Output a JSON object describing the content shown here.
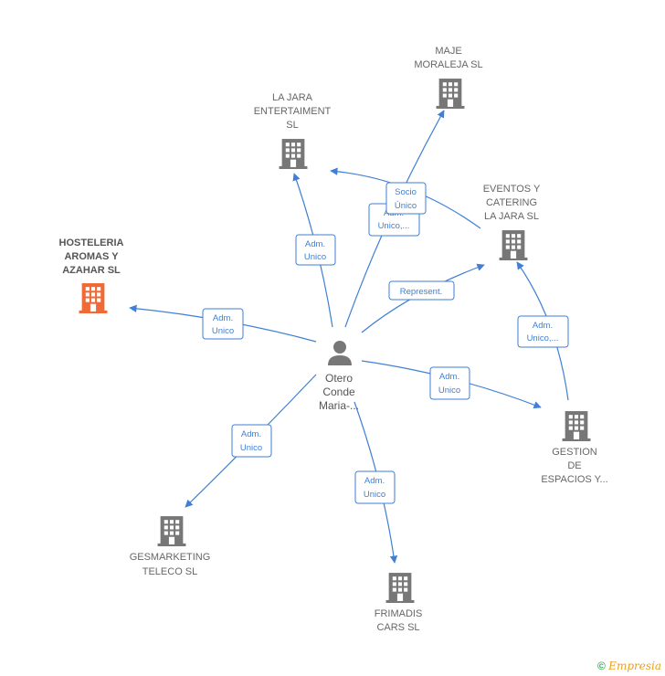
{
  "center": {
    "name_lines": [
      "Otero",
      "Conde",
      "Maria-..."
    ]
  },
  "companies": [
    {
      "id": "hosteleria",
      "lines": [
        "HOSTELERIA",
        "AROMAS Y",
        "AZAHAR  SL"
      ],
      "color": "#f06a35",
      "highlight": true
    },
    {
      "id": "la-jara",
      "lines": [
        "LA JARA",
        "ENTERTAIMENT",
        "SL"
      ],
      "color": "#777777"
    },
    {
      "id": "maje",
      "lines": [
        "MAJE",
        "MORALEJA SL"
      ],
      "color": "#777777"
    },
    {
      "id": "eventos",
      "lines": [
        "EVENTOS Y",
        "CATERING",
        "LA JARA  SL"
      ],
      "color": "#777777"
    },
    {
      "id": "gestion",
      "lines": [
        "GESTION",
        "DE",
        "ESPACIOS Y..."
      ],
      "color": "#777777"
    },
    {
      "id": "gesmarketing",
      "lines": [
        "GESMARKETING",
        "TELECO  SL"
      ],
      "color": "#777777"
    },
    {
      "id": "frimadis",
      "lines": [
        "FRIMADIS",
        "CARS SL"
      ],
      "color": "#777777"
    }
  ],
  "edges": [
    {
      "id": "e-hosteleria",
      "lines": [
        "Adm.",
        "Unico"
      ]
    },
    {
      "id": "e-lajara",
      "lines": [
        "Adm.",
        "Unico"
      ]
    },
    {
      "id": "e-maje",
      "lines": [
        "Adm.",
        "Unico,..."
      ]
    },
    {
      "id": "e-socio",
      "lines": [
        "Socio",
        "Único"
      ]
    },
    {
      "id": "e-eventos",
      "lines": [
        "Represent."
      ]
    },
    {
      "id": "e-gestion",
      "lines": [
        "Adm.",
        "Unico"
      ]
    },
    {
      "id": "e-gestion-eventos",
      "lines": [
        "Adm.",
        "Unico,..."
      ]
    },
    {
      "id": "e-gesmarketing",
      "lines": [
        "Adm.",
        "Unico"
      ]
    },
    {
      "id": "e-frimadis",
      "lines": [
        "Adm.",
        "Unico"
      ]
    }
  ],
  "footer": {
    "copyright": "©",
    "brand_initial": "E",
    "brand_rest": "mpresia"
  },
  "colors": {
    "edge": "#3f7fd6",
    "building": "#777777",
    "highlight": "#f06a35"
  }
}
